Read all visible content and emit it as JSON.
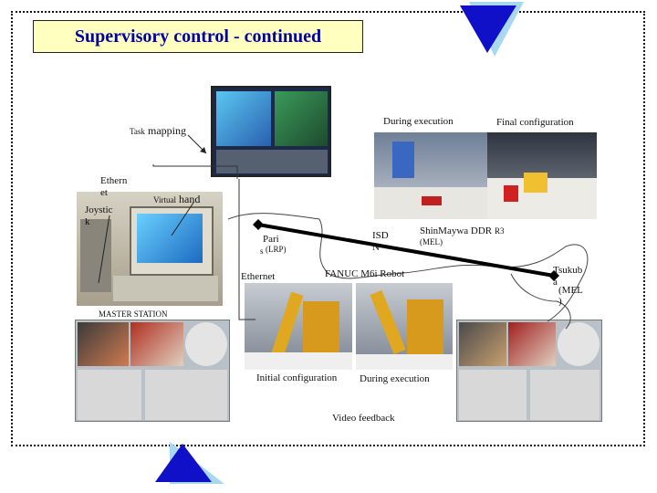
{
  "title": "Supervisory control - continued",
  "labels": {
    "task_mapping_small": "Task",
    "task_mapping_big": "mapping",
    "ethernet_1a": "Ethern",
    "ethernet_1b": "et",
    "joystick_a": "Joystic",
    "joystick_b": "k",
    "virtual_small": "Virtual",
    "virtual_big": "hand",
    "master_station": "MASTER STATION",
    "paris_a": "Pari",
    "paris_b": "s",
    "lrp": "(LRP)",
    "ethernet_2": "Ethernet",
    "fanuc": "FANUC M6i Robot",
    "initial_config": "Initial configuration",
    "during_exec_bottom": "During execution",
    "video_feedback": "Video feedback",
    "during_exec_top": "During execution",
    "final_config": "Final configuration",
    "isd_a": "ISD",
    "isd_b": "N",
    "shinmaywa": "ShinMaywa DDR",
    "r3": "R3",
    "mel_small": "(MEL)",
    "tsukuba": "Tsukub",
    "tsukuba_b": "a",
    "mel": "(MEL",
    "mel_b": ")"
  },
  "colors": {
    "title_bg": "#ffffc0",
    "title_text": "#0000a0",
    "triangle_blue": "#1010c8",
    "triangle_shadow": "#a8d8f0"
  },
  "icons": [
    "triangle-down-icon",
    "triangle-up-icon"
  ]
}
